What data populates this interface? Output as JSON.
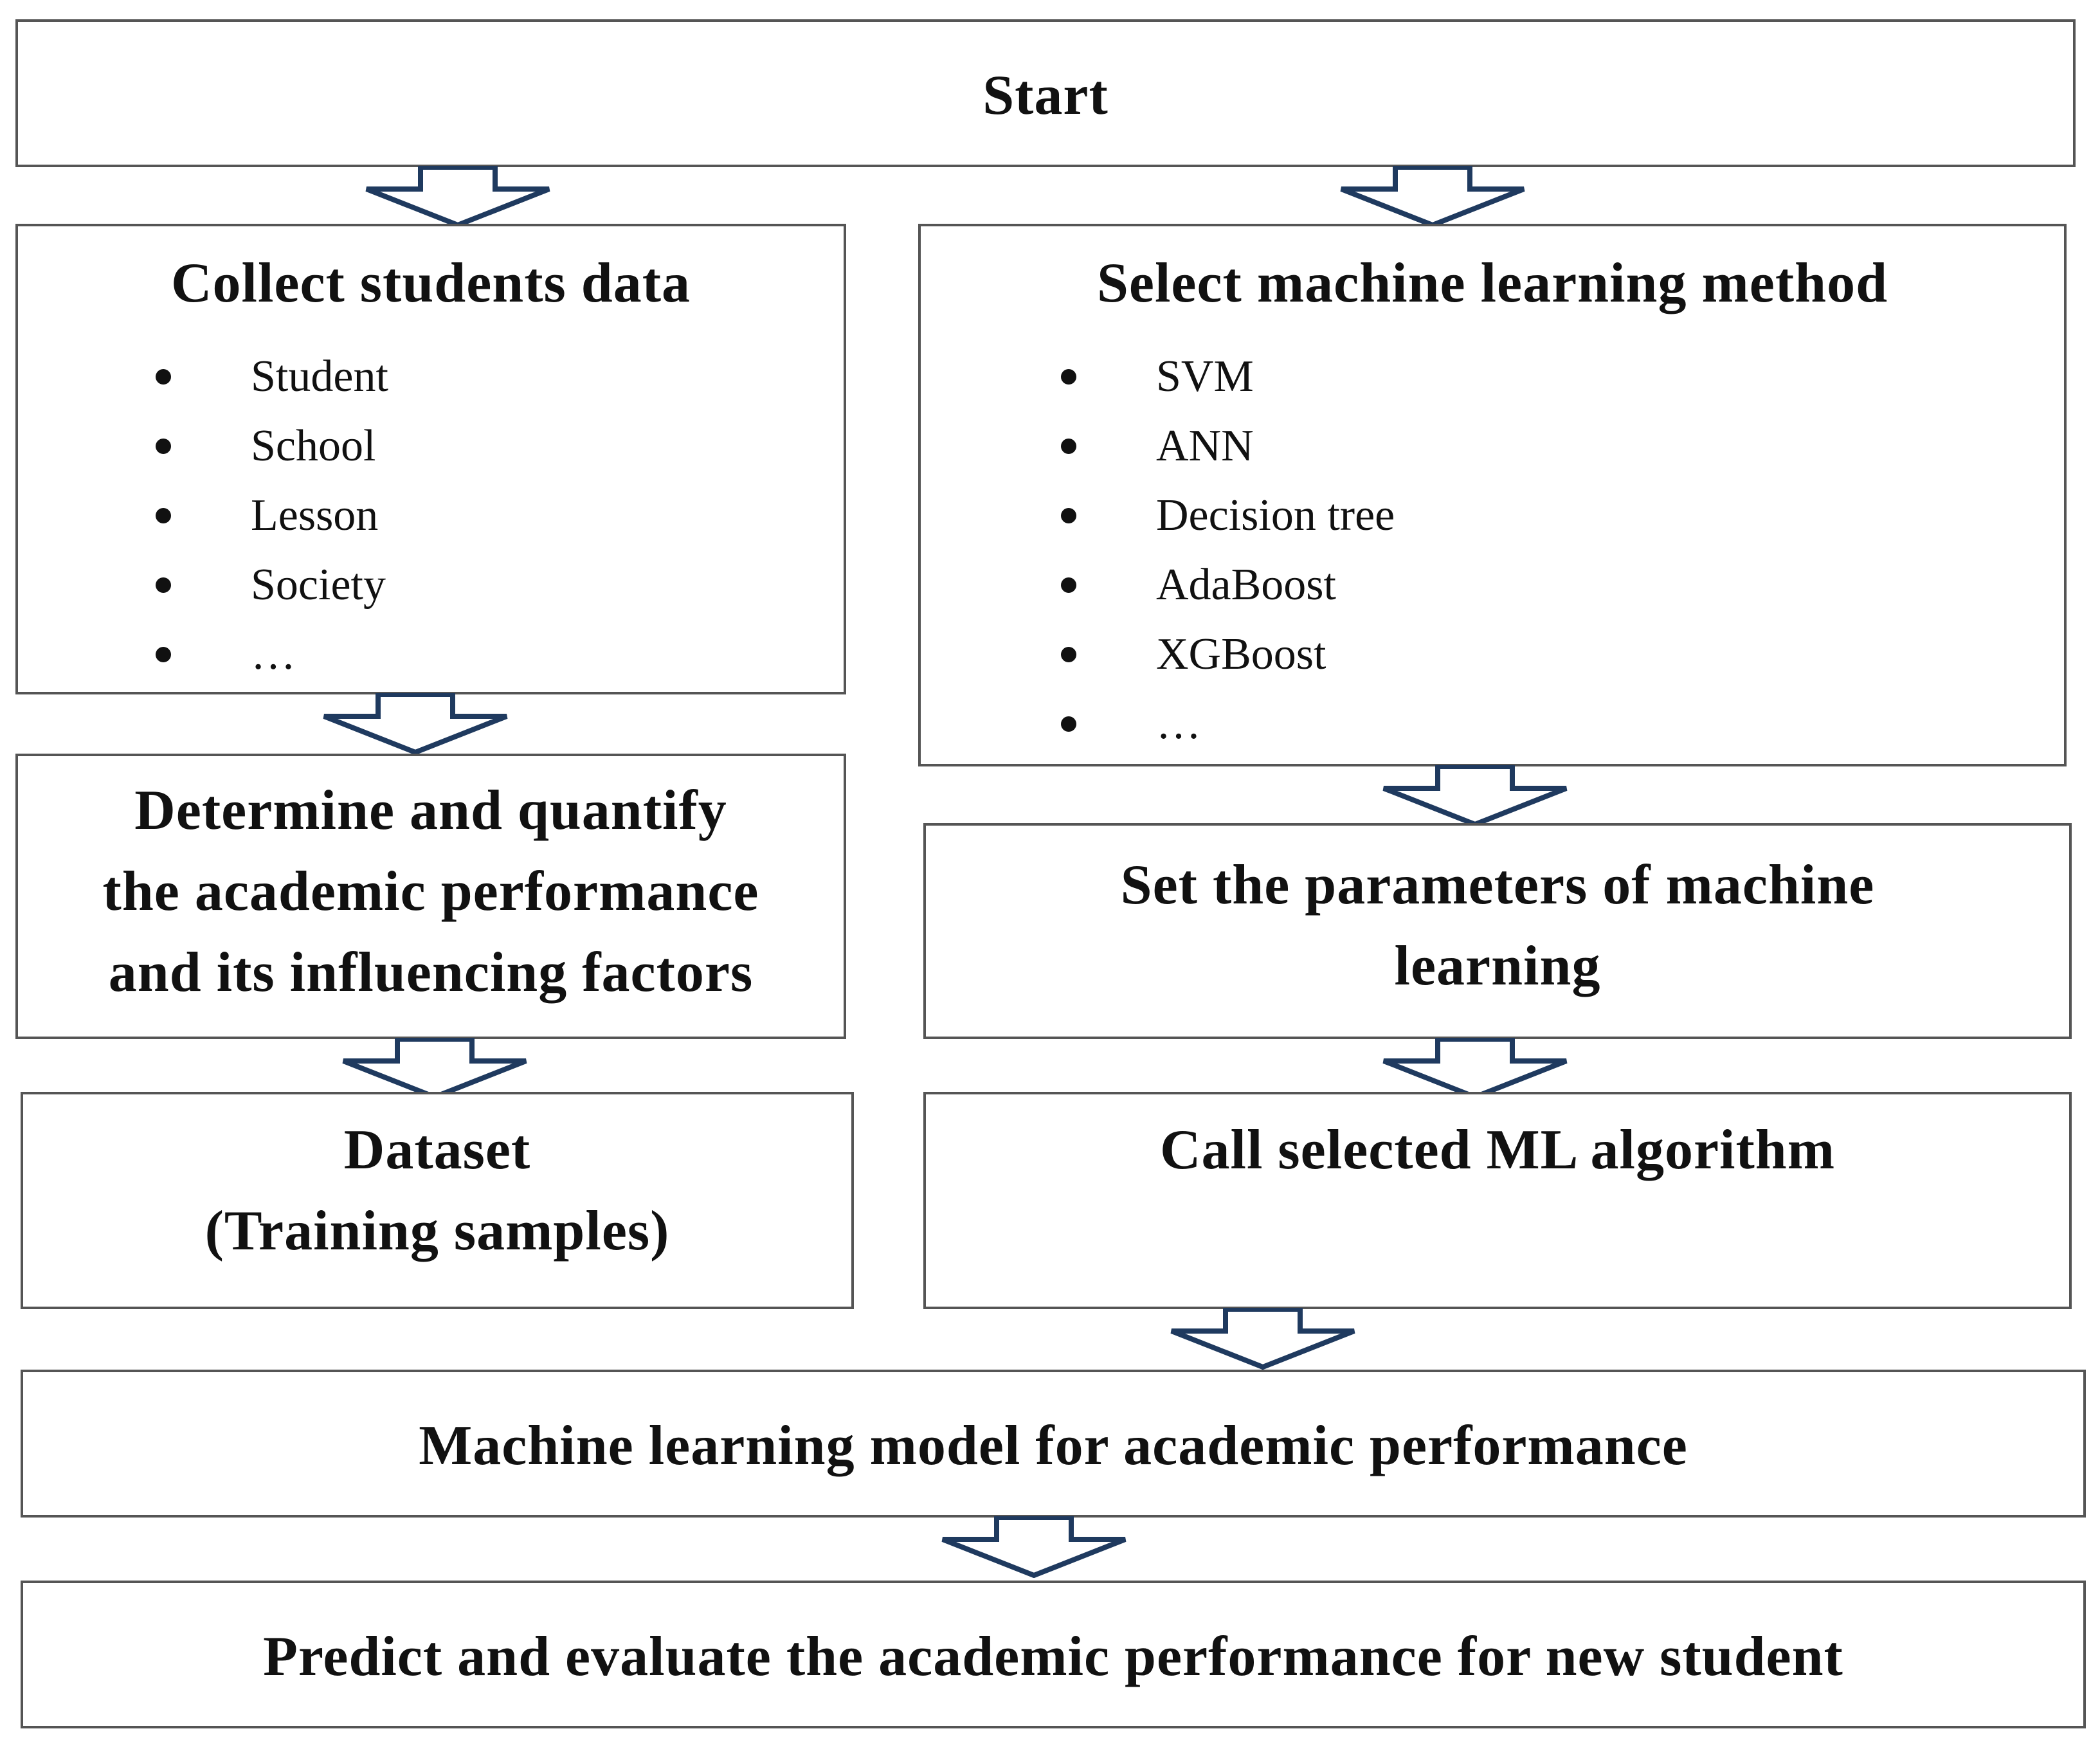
{
  "start": {
    "label": "Start"
  },
  "collect": {
    "title": "Collect students data",
    "items": [
      "Student",
      "School",
      "Lesson",
      "Society",
      "…"
    ]
  },
  "select_method": {
    "title": "Select machine learning method",
    "items": [
      "SVM",
      "ANN",
      "Decision tree",
      "AdaBoost",
      "XGBoost",
      "…"
    ]
  },
  "determine": {
    "lines": [
      "Determine and quantify",
      "the academic performance",
      "and its influencing factors"
    ]
  },
  "set_params": {
    "lines": [
      "Set the parameters of machine",
      "learning"
    ]
  },
  "dataset": {
    "lines": [
      "Dataset",
      "(Training samples)"
    ]
  },
  "call_algorithm": {
    "title": "Call selected ML algorithm"
  },
  "model": {
    "title": "Machine learning model for academic performance"
  },
  "predict": {
    "title": "Predict and evaluate the academic performance for new student"
  },
  "colors": {
    "box_border": "#555555",
    "arrow_stroke": "#1f3a5f",
    "text": "#111111"
  }
}
